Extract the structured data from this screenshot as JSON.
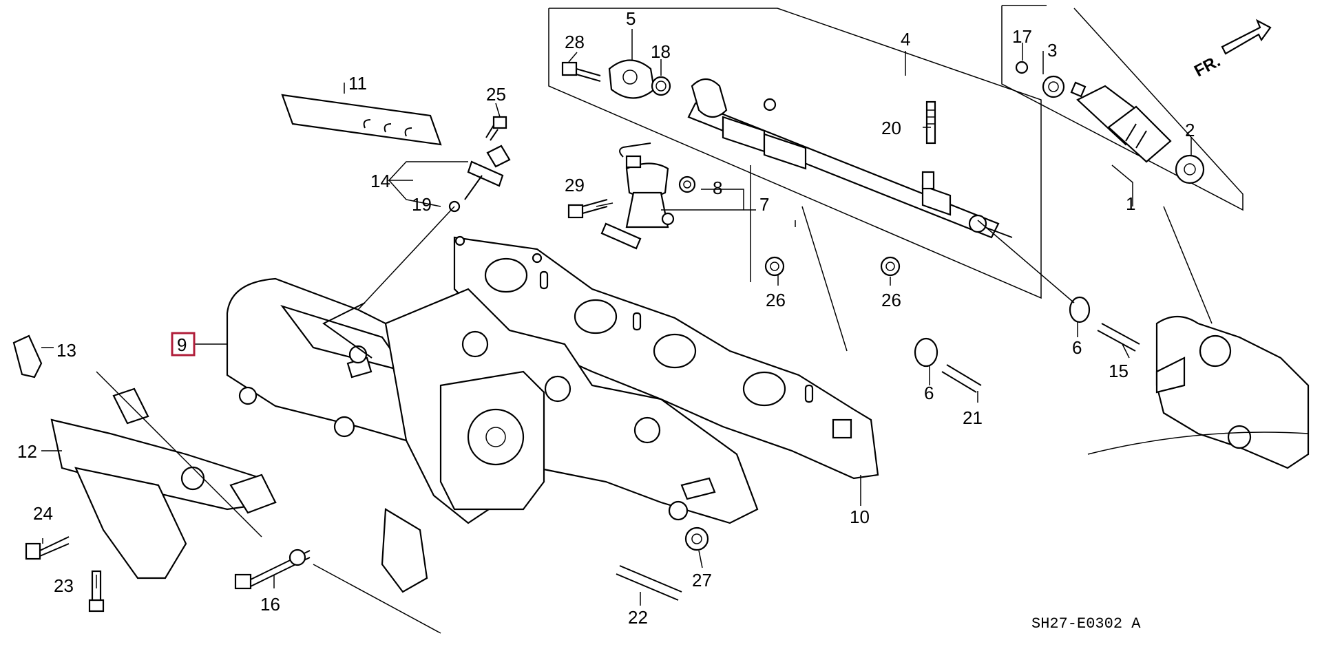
{
  "diagram": {
    "code": "SH27-E0302 A",
    "direction": "FR.",
    "highlight_color": "#b01e3a",
    "callouts": [
      {
        "id": "c1",
        "label": "1"
      },
      {
        "id": "c2",
        "label": "2"
      },
      {
        "id": "c3",
        "label": "3"
      },
      {
        "id": "c4",
        "label": "4"
      },
      {
        "id": "c5",
        "label": "5"
      },
      {
        "id": "c6a",
        "label": "6"
      },
      {
        "id": "c6b",
        "label": "6"
      },
      {
        "id": "c7",
        "label": "7"
      },
      {
        "id": "c8",
        "label": "8"
      },
      {
        "id": "c9",
        "label": "9",
        "highlighted": true
      },
      {
        "id": "c10",
        "label": "10"
      },
      {
        "id": "c11",
        "label": "11"
      },
      {
        "id": "c12",
        "label": "12"
      },
      {
        "id": "c13",
        "label": "13"
      },
      {
        "id": "c14",
        "label": "14"
      },
      {
        "id": "c15",
        "label": "15"
      },
      {
        "id": "c16",
        "label": "16"
      },
      {
        "id": "c17",
        "label": "17"
      },
      {
        "id": "c18",
        "label": "18"
      },
      {
        "id": "c19",
        "label": "19"
      },
      {
        "id": "c20",
        "label": "20"
      },
      {
        "id": "c21",
        "label": "21"
      },
      {
        "id": "c22",
        "label": "22"
      },
      {
        "id": "c23",
        "label": "23"
      },
      {
        "id": "c24",
        "label": "24"
      },
      {
        "id": "c25",
        "label": "25"
      },
      {
        "id": "c26a",
        "label": "26"
      },
      {
        "id": "c26b",
        "label": "26"
      },
      {
        "id": "c27",
        "label": "27"
      },
      {
        "id": "c28",
        "label": "28"
      },
      {
        "id": "c29",
        "label": "29"
      }
    ]
  }
}
